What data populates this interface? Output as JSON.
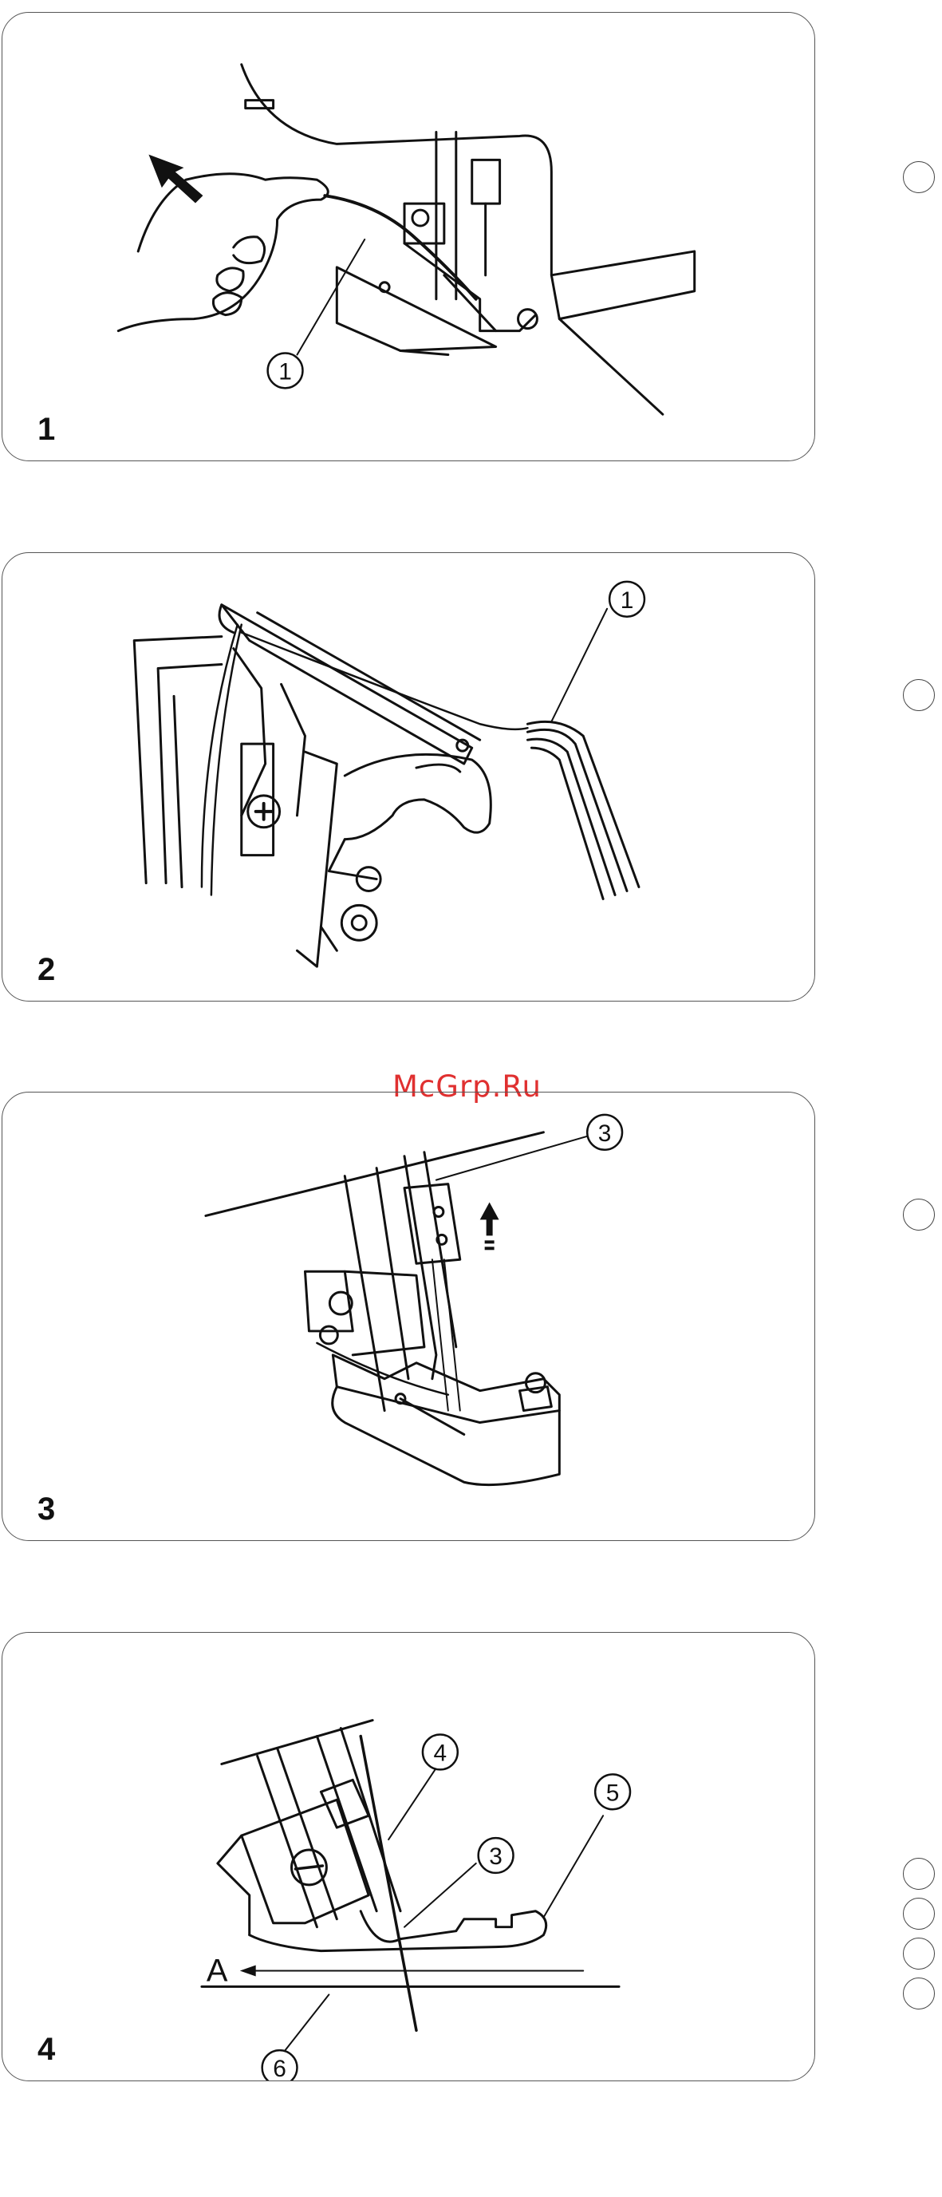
{
  "watermark": "McGrp.Ru",
  "steps": [
    {
      "number": "1",
      "callouts": [
        "1"
      ]
    },
    {
      "number": "2",
      "callouts": [
        "1"
      ]
    },
    {
      "number": "3",
      "callouts": [
        "3"
      ]
    },
    {
      "number": "4",
      "callouts": [
        "4",
        "5",
        "3",
        "6"
      ],
      "arrow_label": "A"
    }
  ]
}
